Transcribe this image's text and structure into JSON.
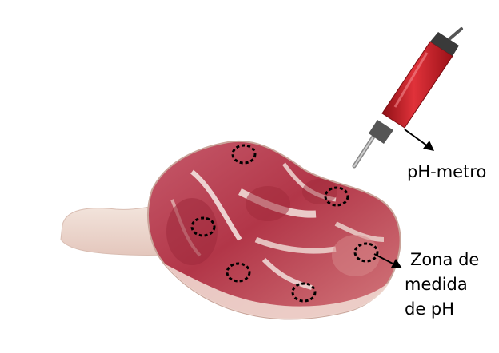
{
  "labels": {
    "ph_meter": "pH-metro",
    "measurement_zone": [
      "Zona de",
      "medida",
      "de pH"
    ]
  },
  "icons": {
    "meat": "ham-leg-illustration",
    "probe": "ph-meter-probe-icon",
    "markers": "dashed-circle-marker"
  },
  "colors": {
    "meat_red": "#b83d52",
    "fat_white": "#f1e3de",
    "probe_red": "#d4202a",
    "marker": "#000000"
  }
}
